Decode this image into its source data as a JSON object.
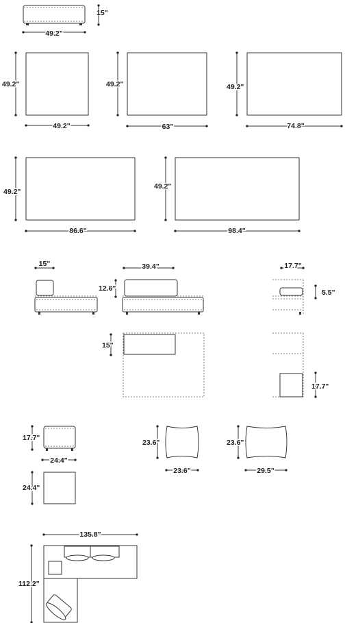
{
  "dimensions": {
    "ottoman_width": "49.2\"",
    "ottoman_height": "15\"",
    "module_a_depth": "49.2\"",
    "module_a_width": "49.2\"",
    "module_b_depth": "49.2\"",
    "module_b_width": "63\"",
    "module_c_depth": "49.2\"",
    "module_c_width": "74.8\"",
    "module_d_depth": "49.2\"",
    "module_d_width": "86.6\"",
    "module_e_depth": "49.2\"",
    "module_e_width": "98.4\"",
    "backrest_small_width": "15\"",
    "backrest_long_width": "39.4\"",
    "backrest_height": "12.6\"",
    "backrest_top_depth": "15\"",
    "armrest_width": "17.7\"",
    "armrest_height": "5.5\"",
    "armrest_top_depth": "17.7\"",
    "pouf_height": "17.7\"",
    "pouf_width": "24.4\"",
    "pouf_depth": "24.4\"",
    "cushion_square_height": "23.6\"",
    "cushion_square_width": "23.6\"",
    "cushion_rect_height": "23.6\"",
    "cushion_rect_width": "29.5\"",
    "layout_width": "135.8\"",
    "layout_depth": "112.2\""
  }
}
